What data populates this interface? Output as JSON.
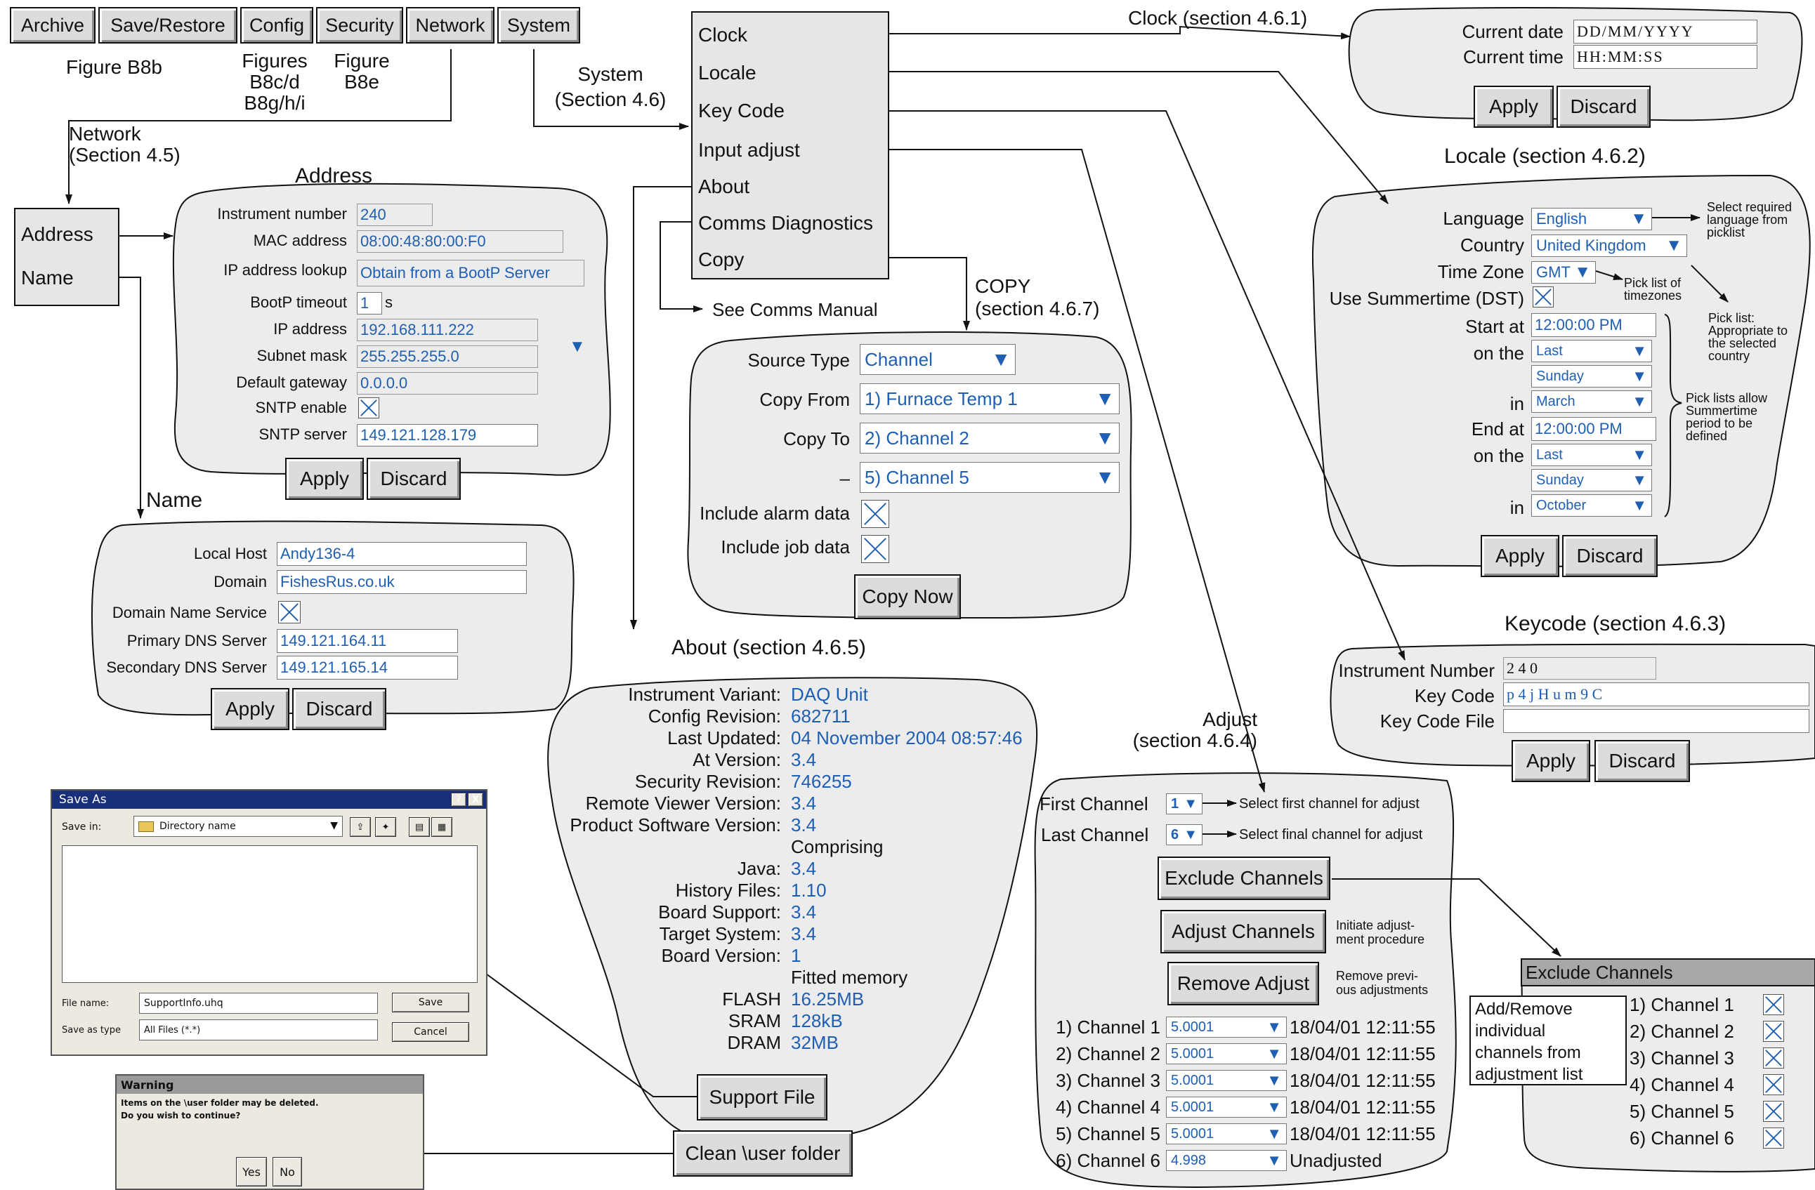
{
  "top_menu": {
    "buttons": [
      "Archive",
      "Save/Restore",
      "Config",
      "Security",
      "Network",
      "System"
    ],
    "captions": {
      "archive": "Figure B8b",
      "config": "Figures\nB8c/d\nB8g/h/i",
      "security": "Figure\nB8e"
    }
  },
  "network_label": "Network\n(Section 4.5)",
  "system_label": "System\n(Section 4.6)",
  "network_menu": [
    "Address",
    "Name"
  ],
  "address": {
    "title": "Address",
    "rows": [
      {
        "label": "Instrument number",
        "value": "240"
      },
      {
        "label": "MAC address",
        "value": "08:00:48:80:00:F0"
      },
      {
        "label": "IP address lookup",
        "value": "Obtain from a BootP Server"
      },
      {
        "label": "BootP timeout",
        "value": "1",
        "unit": "s"
      },
      {
        "label": "IP address",
        "value": "192.168.111.222"
      },
      {
        "label": "Subnet mask",
        "value": "255.255.255.0"
      },
      {
        "label": "Default gateway",
        "value": "0.0.0.0"
      },
      {
        "label": "SNTP enable",
        "value": ""
      },
      {
        "label": "SNTP server",
        "value": "149.121.128.179"
      }
    ],
    "apply": "Apply",
    "discard": "Discard"
  },
  "name_panel": {
    "title": "Name",
    "rows": [
      {
        "label": "Local Host",
        "value": "Andy136-4"
      },
      {
        "label": "Domain",
        "value": "FishesRus.co.uk"
      },
      {
        "label": "Domain Name Service",
        "value": ""
      },
      {
        "label": "Primary DNS Server",
        "value": "149.121.164.11"
      },
      {
        "label": "Secondary DNS Server",
        "value": "149.121.165.14"
      }
    ],
    "apply": "Apply",
    "discard": "Discard"
  },
  "system_menu": [
    "Clock",
    "Locale",
    "Key Code",
    "Input adjust",
    "About",
    "Comms Diagnostics",
    "Copy"
  ],
  "see_comms": "See Comms Manual",
  "clock": {
    "title": "Clock (section 4.6.1)",
    "date_label": "Current date",
    "date_value": "DD/MM/YYYY",
    "time_label": "Current time",
    "time_value": "HH:MM:SS",
    "apply": "Apply",
    "discard": "Discard"
  },
  "locale": {
    "title": "Locale (section 4.6.2)",
    "language_label": "Language",
    "language_value": "English",
    "country_label": "Country",
    "country_value": "United Kingdom",
    "timezone_label": "Time Zone",
    "timezone_value": "GMT",
    "dst_label": "Use Summertime (DST)",
    "start_label": "Start at",
    "start_value": "12:00:00 PM",
    "on_the_label": "on the",
    "start_week": "Last",
    "start_day": "Sunday",
    "in_label": "in",
    "start_month": "March",
    "end_label": "End at",
    "end_value": "12:00:00 PM",
    "end_week": "Last",
    "end_day": "Sunday",
    "end_month": "October",
    "note_language": "Select required\nlanguage from\npicklist",
    "note_timezone": "Pick list of\ntimezones",
    "note_country": "Pick list:\nAppropriate to\nthe selected\ncountry",
    "note_summer": "Pick lists allow\nSummertime\nperiod to be\ndefined",
    "apply": "Apply",
    "discard": "Discard"
  },
  "keycode": {
    "title": "Keycode (section 4.6.3)",
    "instr_label": "Instrument Number",
    "instr_value": "2 4 0",
    "key_label": "Key Code",
    "key_value": "p 4 j H u m 9 C",
    "file_label": "Key Code File",
    "file_value": "",
    "apply": "Apply",
    "discard": "Discard"
  },
  "copy": {
    "title": "COPY\n(section 4.6.7)",
    "source_label": "Source Type",
    "source_value": "Channel",
    "from_label": "Copy From",
    "from_value": "1) Furnace Temp 1",
    "to_label": "Copy To",
    "to_value": "2) Channel 2",
    "dash_label": "–",
    "dash_value": "5) Channel 5",
    "alarm_label": "Include alarm data",
    "job_label": "Include job data",
    "copy_now": "Copy Now"
  },
  "about": {
    "title": "About (section 4.6.5)",
    "rows": [
      {
        "label": "Instrument Variant:",
        "value": "DAQ Unit"
      },
      {
        "label": "Config Revision:",
        "value": "682711"
      },
      {
        "label": "Last Updated:",
        "value": "04 November 2004 08:57:46"
      },
      {
        "label": "At Version:",
        "value": "3.4"
      },
      {
        "label": "Security Revision:",
        "value": "746255"
      },
      {
        "label": "Remote Viewer Version:",
        "value": "3.4"
      },
      {
        "label": "Product Software Version:",
        "value": "3.4"
      }
    ],
    "comprising": "Comprising",
    "rows2": [
      {
        "label": "Java:",
        "value": "3.4"
      },
      {
        "label": "History Files:",
        "value": "1.10"
      },
      {
        "label": "Board Support:",
        "value": "3.4"
      },
      {
        "label": "Target System:",
        "value": "3.4"
      },
      {
        "label": "Board Version:",
        "value": "1"
      }
    ],
    "fitted": "Fitted memory",
    "rows3": [
      {
        "label": "FLASH",
        "value": "16.25MB"
      },
      {
        "label": "SRAM",
        "value": "128kB"
      },
      {
        "label": "DRAM",
        "value": "32MB"
      }
    ],
    "support_file": "Support File",
    "clean_folder": "Clean \\user folder"
  },
  "adjust": {
    "title": "Adjust\n(section 4.6.4)",
    "first_label": "First Channel",
    "first_value": "1",
    "first_note": "Select first channel for adjust",
    "last_label": "Last Channel",
    "last_value": "6",
    "last_note": "Select final channel for adjust",
    "exclude_btn": "Exclude Channels",
    "adjust_btn": "Adjust Channels",
    "adjust_note": "Initiate adjust-\nment procedure",
    "remove_btn": "Remove Adjust",
    "remove_note": "Remove previ-\nous adjustments",
    "channels": [
      {
        "label": "1) Channel 1",
        "value": "5.0001",
        "stamp": "18/04/01 12:11:55"
      },
      {
        "label": "2) Channel 2",
        "value": "5.0001",
        "stamp": "18/04/01 12:11:55"
      },
      {
        "label": "3) Channel 3",
        "value": "5.0001",
        "stamp": "18/04/01 12:11:55"
      },
      {
        "label": "4) Channel 4",
        "value": "5.0001",
        "stamp": "18/04/01 12:11:55"
      },
      {
        "label": "5) Channel 5",
        "value": "5.0001",
        "stamp": "18/04/01 12:11:55"
      },
      {
        "label": "6) Channel 6",
        "value": "4.998",
        "stamp": "Unadjusted"
      }
    ]
  },
  "exclude": {
    "title": "Exclude Channels",
    "note": "Add/Remove\nindividual\nchannels from\nadjustment list",
    "channels": [
      "1) Channel 1",
      "2) Channel 2",
      "3) Channel 3",
      "4) Channel 4",
      "5) Channel 5",
      "6) Channel 6"
    ]
  },
  "save_as": {
    "title": "Save As",
    "help_btn": "?",
    "close_btn": "X",
    "save_in_label": "Save in:",
    "save_in_value": "Directory name",
    "file_name_label": "File name:",
    "file_name_value": "SupportInfo.uhq",
    "save_type_label": "Save as type",
    "save_type_value": "All Files (*.*)",
    "save_btn": "Save",
    "cancel_btn": "Cancel"
  },
  "warning": {
    "title": "Warning",
    "message": "Items on the \\user folder may be deleted.\nDo you wish to continue?",
    "yes": "Yes",
    "no": "No"
  }
}
